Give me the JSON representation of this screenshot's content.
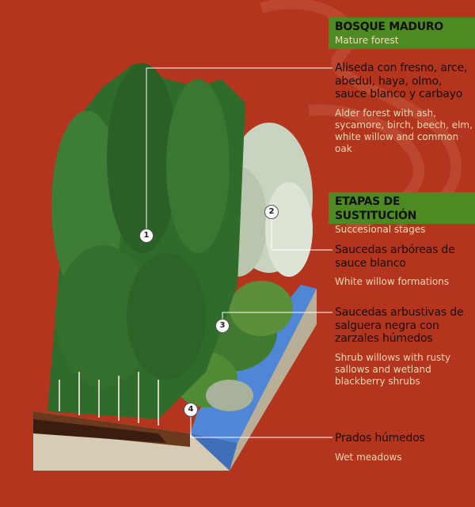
{
  "sections": [
    {
      "title": "BOSQUE MADURO",
      "subtitle": "Mature forest"
    },
    {
      "title": "ETAPAS DE SUSTITUCIÓN",
      "subtitle": "Succesional stages"
    }
  ],
  "items": [
    {
      "number": "1",
      "es": "Aliseda con fresno, arce, abedul, haya, olmo, sauce blanco y carbayo",
      "en": "Alder forest with ash, sycamore, birch, beech, elm, white willow and common oak"
    },
    {
      "number": "2",
      "es": "Saucedas arbóreas de sauce blanco",
      "en": "White willow  formations"
    },
    {
      "number": "3",
      "es": "Saucedas arbustivas de salguera negra con zarzales húmedos",
      "en": "Shrub willows with rusty sallows and wetland blackberry shrubs"
    },
    {
      "number": "4",
      "es": "Prados húmedos",
      "en": "Wet meadows"
    }
  ],
  "colors": {
    "background": "#b4351e",
    "header": "#4e8a22",
    "forest": "#2f6b2a",
    "willow": "#c9d4c0",
    "water": "#4f86d6"
  }
}
